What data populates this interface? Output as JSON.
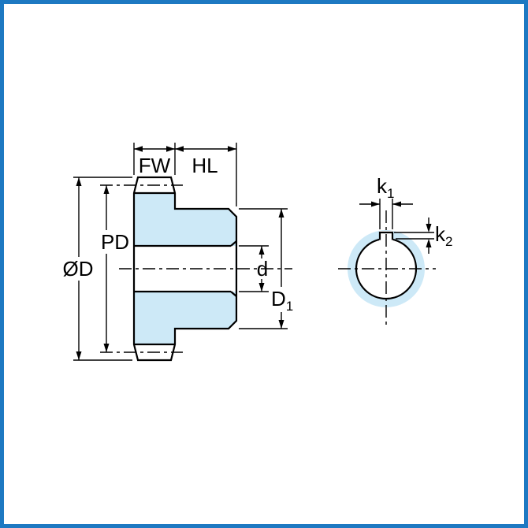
{
  "figure": {
    "labels": {
      "face_width": "FW",
      "hub_length": "HL",
      "pitch_diameter": "PD",
      "outside_diameter": "ØD",
      "bore_diameter": "d",
      "hub_diameter_base": "D",
      "hub_diameter_sub": "1",
      "keyway_width_base": "k",
      "keyway_width_sub": "1",
      "keyway_depth_base": "k",
      "keyway_depth_sub": "2"
    },
    "colors": {
      "part_fill": "#cde9f7",
      "line": "#000000",
      "frame": "#1d79c2",
      "background": "#ffffff"
    }
  }
}
